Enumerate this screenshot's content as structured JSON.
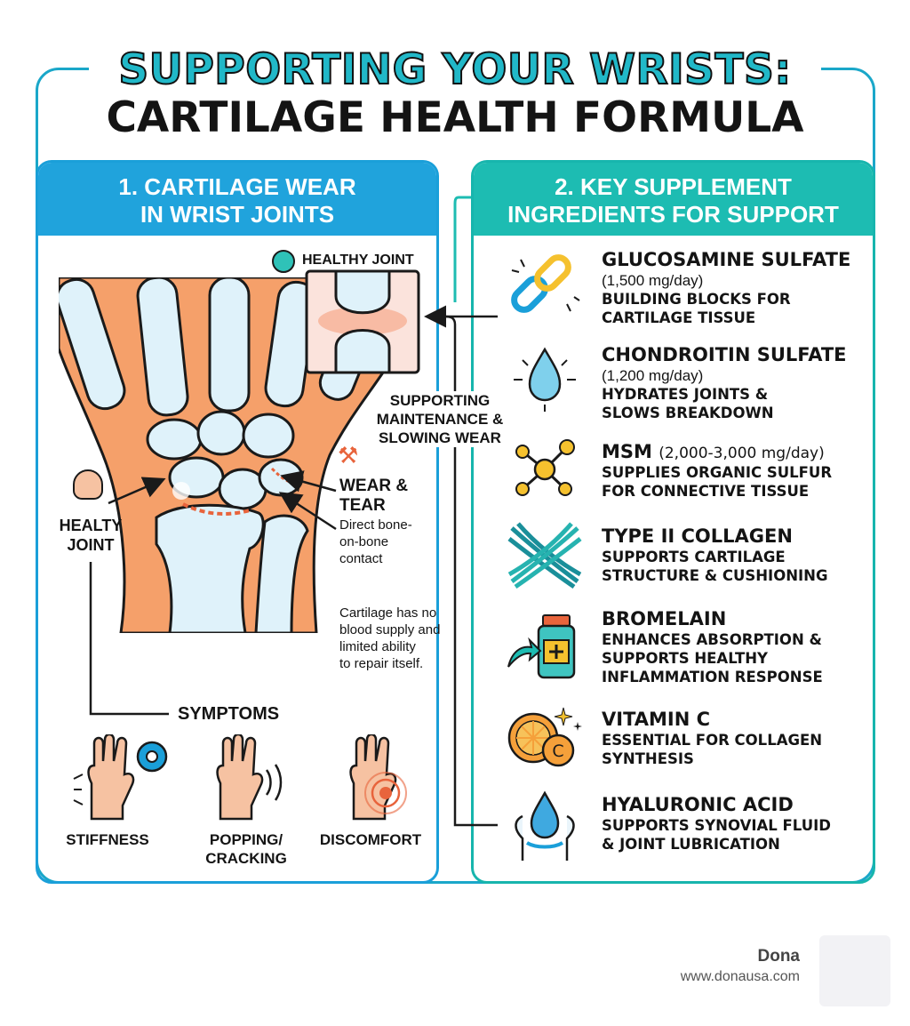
{
  "title": {
    "line1": "SUPPORTING YOUR WRISTS:",
    "line2": "CARTILAGE HEALTH FORMULA"
  },
  "left_panel": {
    "header_line1": "1. CARTILAGE WEAR",
    "header_line2": "IN WRIST JOINTS",
    "healthy_joint_label": "HEALTHY JOINT",
    "healty_joint_label_line1": "HEALTY",
    "healty_joint_label_line2": "JOINT",
    "wear_title_line1": "WEAR &",
    "wear_title_line2": "TEAR",
    "wear_desc_line1": "Direct bone-",
    "wear_desc_line2": "on-bone",
    "wear_desc_line3": "contact",
    "cartilage_note_line1": "Cartilage has no",
    "cartilage_note_line2": "blood supply and",
    "cartilage_note_line3": "limited ability",
    "cartilage_note_line4": "to repair itself.",
    "symptoms_title": "SYMPTOMS",
    "symptoms": [
      {
        "line1": "STIFFNESS",
        "line2": ""
      },
      {
        "line1": "POPPING/",
        "line2": "CRACKING"
      },
      {
        "line1": "DISCOMFORT",
        "line2": ""
      }
    ]
  },
  "center_callout": {
    "line1": "SUPPORTING",
    "line2": "MAINTENANCE &",
    "line3": "SLOWING WEAR"
  },
  "right_panel": {
    "header_line1": "2. KEY SUPPLEMENT",
    "header_line2": "INGREDIENTS FOR SUPPORT",
    "ingredients": [
      {
        "name": "GLUCOSAMINE SULFATE",
        "dose": "(1,500 mg/day)",
        "desc_line1": "BUILDING BLOCKS FOR",
        "desc_line2": "CARTILAGE TISSUE",
        "desc_line3": "",
        "icon": "chain-link-icon"
      },
      {
        "name": "CHONDROITIN SULFATE",
        "dose": "(1,200 mg/day)",
        "desc_line1": "HYDRATES JOINTS &",
        "desc_line2": "SLOWS BREAKDOWN",
        "desc_line3": "",
        "icon": "water-drop-icon"
      },
      {
        "name": "MSM",
        "dose": "(2,000-3,000 mg/day)",
        "desc_line1": "SUPPLIES ORGANIC SULFUR",
        "desc_line2": "FOR CONNECTIVE TISSUE",
        "desc_line3": "",
        "icon": "molecule-icon"
      },
      {
        "name": "TYPE II COLLAGEN",
        "dose": "",
        "desc_line1": "SUPPORTS CARTILAGE",
        "desc_line2": "STRUCTURE & CUSHIONING",
        "desc_line3": "",
        "icon": "collagen-fibers-icon"
      },
      {
        "name": "BROMELAIN",
        "dose": "",
        "desc_line1": "ENHANCES ABSORPTION &",
        "desc_line2": "SUPPORTS HEALTHY",
        "desc_line3": "INFLAMMATION RESPONSE",
        "icon": "supplement-bottle-icon"
      },
      {
        "name": "VITAMIN C",
        "dose": "",
        "desc_line1": "ESSENTIAL FOR COLLAGEN",
        "desc_line2": "SYNTHESIS",
        "desc_line3": "",
        "icon": "orange-slice-icon"
      },
      {
        "name": "HYALURONIC ACID",
        "dose": "",
        "desc_line1": "SUPPORTS SYNOVIAL FLUID",
        "desc_line2": "& JOINT LUBRICATION",
        "desc_line3": "",
        "icon": "joint-drop-icon"
      }
    ]
  },
  "brand": {
    "name": "Dona",
    "url": "www.donausa.com"
  },
  "colors": {
    "title_teal": "#21b8c8",
    "left_blue": "#20a3dc",
    "right_teal": "#1dbcb2",
    "bone_blue": "#dff2fa",
    "tissue_orange": "#f5a06a"
  }
}
